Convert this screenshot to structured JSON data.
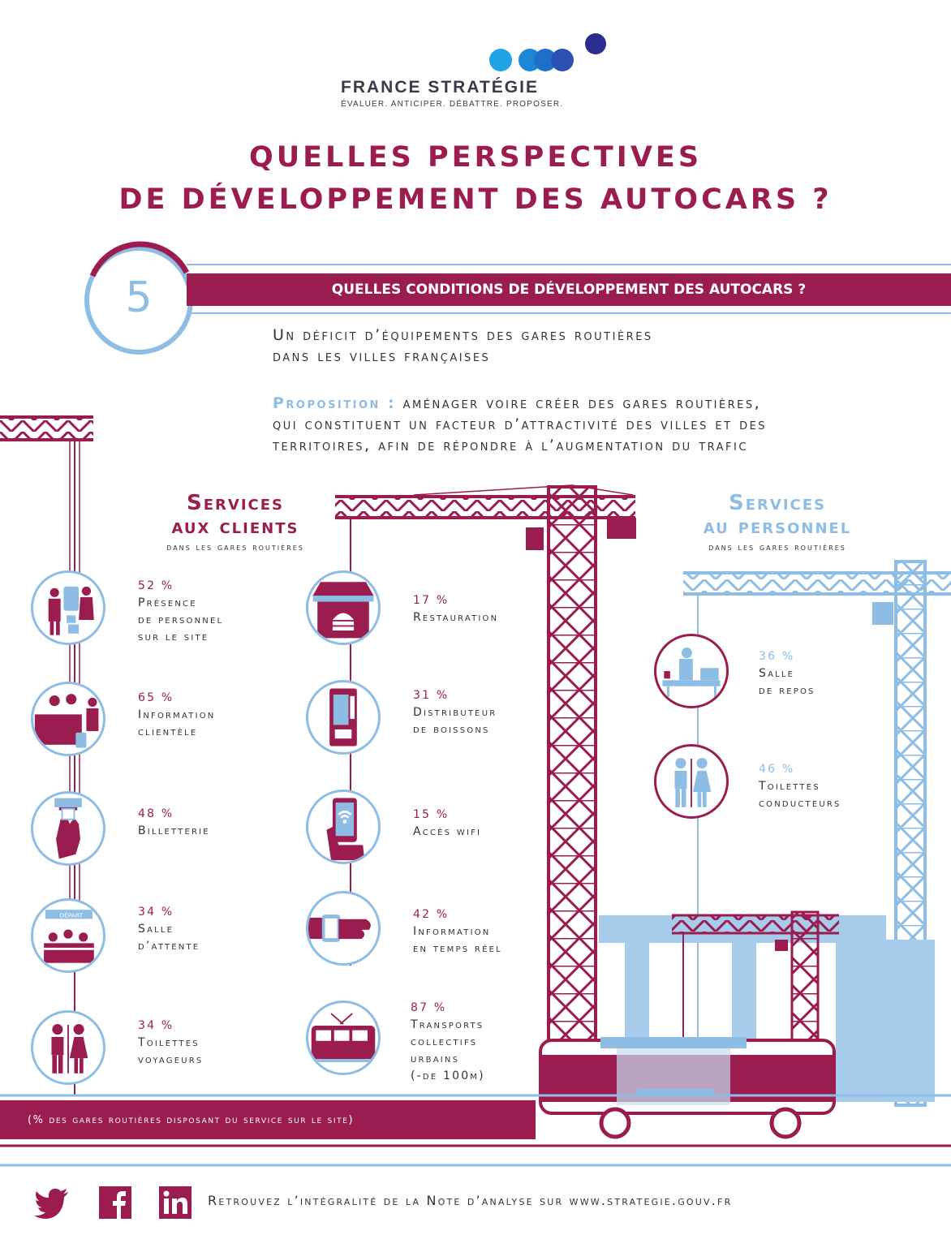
{
  "header": {
    "org_name": "FRANCE STRATÉGIE",
    "tagline": "ÉVALUER. ANTICIPER. DÉBATTRE. PROPOSER.",
    "title_line1": "QUELLES PERSPECTIVES",
    "title_line2": "DE DÉVELOPPEMENT DES AUTOCARS ?"
  },
  "colors": {
    "maroon": "#9b1d4f",
    "light_blue": "#8dbde5",
    "logo_blue1": "#1ea3e6",
    "logo_blue2": "#1e6fc8",
    "logo_navy": "#2b2d8f"
  },
  "section": {
    "number": "5",
    "title": "QUELLES CONDITIONS DE DÉVELOPPEMENT DES AUTOCARS ?",
    "intro_line1": "Un déficit d’équipements des gares routières",
    "intro_line2": "dans les villes françaises",
    "proposition_label": "Proposition :",
    "proposition_line1": " aménager voire créer des gares routières,",
    "proposition_line2": "qui constituent un facteur d’attractivité des villes et des",
    "proposition_line3": "territoires, afin de répondre à l’augmentation du trafic"
  },
  "clients": {
    "title_line1": "Services",
    "title_line2": "aux clients",
    "subtitle": "dans les gares routières",
    "items": [
      {
        "pct": "52 %",
        "l1": "Présence",
        "l2": "de personnel",
        "l3": "sur le site",
        "icon": "staff-luggage-icon"
      },
      {
        "pct": "65 %",
        "l1": "Information",
        "l2": "clientèle",
        "icon": "info-desk-icon"
      },
      {
        "pct": "48 %",
        "l1": "Billetterie",
        "icon": "ticket-hand-icon"
      },
      {
        "pct": "34 %",
        "l1": "Salle",
        "l2": "d’attente",
        "icon": "waiting-room-icon",
        "sign": "DÉPART"
      },
      {
        "pct": "34 %",
        "l1": "Toilettes",
        "l2": "voyageurs",
        "icon": "toilets-icon"
      },
      {
        "pct": "17 %",
        "l1": "Restauration",
        "icon": "restaurant-icon"
      },
      {
        "pct": "31 %",
        "l1": "Distributeur",
        "l2": "de boissons",
        "icon": "vending-machine-icon"
      },
      {
        "pct": "15 %",
        "l1": "Accès wifi",
        "icon": "wifi-phone-icon"
      },
      {
        "pct": "42 %",
        "l1": "Information",
        "l2": "en temps réel",
        "icon": "smartwatch-icon"
      },
      {
        "pct": "87 %",
        "l1": "Transports",
        "l2": "collectifs",
        "l3": "urbains",
        "l4": "(-de 100m)",
        "icon": "tram-icon"
      }
    ]
  },
  "staff": {
    "title_line1": "Services",
    "title_line2": "au personnel",
    "subtitle": "dans les gares routières",
    "items": [
      {
        "pct": "36 %",
        "l1": "Salle",
        "l2": "de repos",
        "icon": "rest-room-icon"
      },
      {
        "pct": "46 %",
        "l1": "Toilettes",
        "l2": "conducteurs",
        "icon": "toilets-icon"
      }
    ]
  },
  "footer": {
    "note": "(% des gares routières disposant du service sur le site)",
    "retrouvez": "Retrouvez l’intégralité de la Note d’analyse sur www.strategie.gouv.fr",
    "social": [
      "twitter-icon",
      "facebook-icon",
      "linkedin-icon"
    ]
  }
}
